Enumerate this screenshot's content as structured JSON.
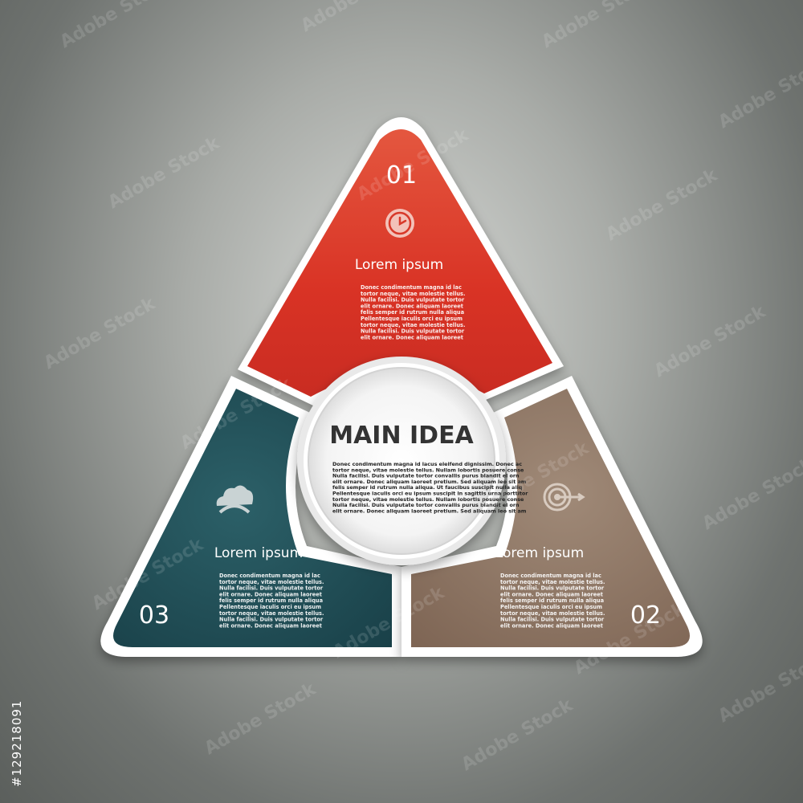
{
  "segments": [
    {
      "number": "01",
      "title": "Lorem ipsum",
      "icon": "clock-icon",
      "color": "#d8392a",
      "text": [
        "Donec condimentum magna id lac",
        "tortor neque, vitae molestie tellus.",
        "Nulla facilisi. Duis vulputate tortor",
        "elit ornare. Donec aliquam laoreet",
        "felis semper id rutrum nulla aliqua",
        "Pellentesque iaculis orci eu ipsum",
        "tortor neque, vitae molestie tellus.",
        "Nulla facilisi. Duis vulputate tortor",
        "elit ornare. Donec aliquam laoreet"
      ]
    },
    {
      "number": "02",
      "title": "Lorem ipsum",
      "icon": "target-icon",
      "color": "#8c7462",
      "text": [
        "Donec condimentum magna id lac",
        "tortor neque, vitae molestie tellus.",
        "Nulla facilisi. Duis vulputate tortor",
        "elit ornare. Donec aliquam laoreet",
        "felis semper id rutrum nulla aliqua",
        "Pellentesque iaculis orci eu ipsum",
        "tortor neque, vitae molestie tellus.",
        "Nulla facilisi. Duis vulputate tortor",
        "elit ornare. Donec aliquam laoreet"
      ]
    },
    {
      "number": "03",
      "title": "Lorem ipsum",
      "icon": "cloud-icon",
      "color": "#1e4d55",
      "text": [
        "Donec condimentum magna id lac",
        "tortor neque, vitae molestie tellus.",
        "Nulla facilisi. Duis vulputate tortor",
        "elit ornare. Donec aliquam laoreet",
        "felis semper id rutrum nulla aliqua",
        "Pellentesque iaculis orci eu ipsum",
        "tortor neque, vitae molestie tellus.",
        "Nulla facilisi. Duis vulputate tortor",
        "elit ornare. Donec aliquam laoreet"
      ]
    }
  ],
  "center": {
    "title": "MAIN IDEA",
    "text": [
      "Donec condimentum magna id lacus eleifend dignissim. Donec ac",
      "tortor neque, vitae molestie tellus. Nullam lobortis posuere conse",
      "Nulla facilisi. Duis vulputate tortor convallis purus blandit el orn",
      "elit ornare. Donec aliquam laoreet pretium. Sed aliquam leo sit am",
      "felis semper id rutrum nulla aliqua. Ut faucibus suscipit nulla aliq",
      "Pellentesque iaculis orci eu ipsum suscipit in sagittis urna porttitor",
      "tortor neque, vitae molestie tellus. Nullam lobortis posuere conse",
      "Nulla facilisi. Duis vulputate tortor convallis purus blandit el orn",
      "elit ornare. Donec aliquam laoreet pretium. Sed aliquam leo sit am"
    ]
  },
  "watermark": {
    "brand": "Adobe Stock",
    "id": "#129218091"
  }
}
